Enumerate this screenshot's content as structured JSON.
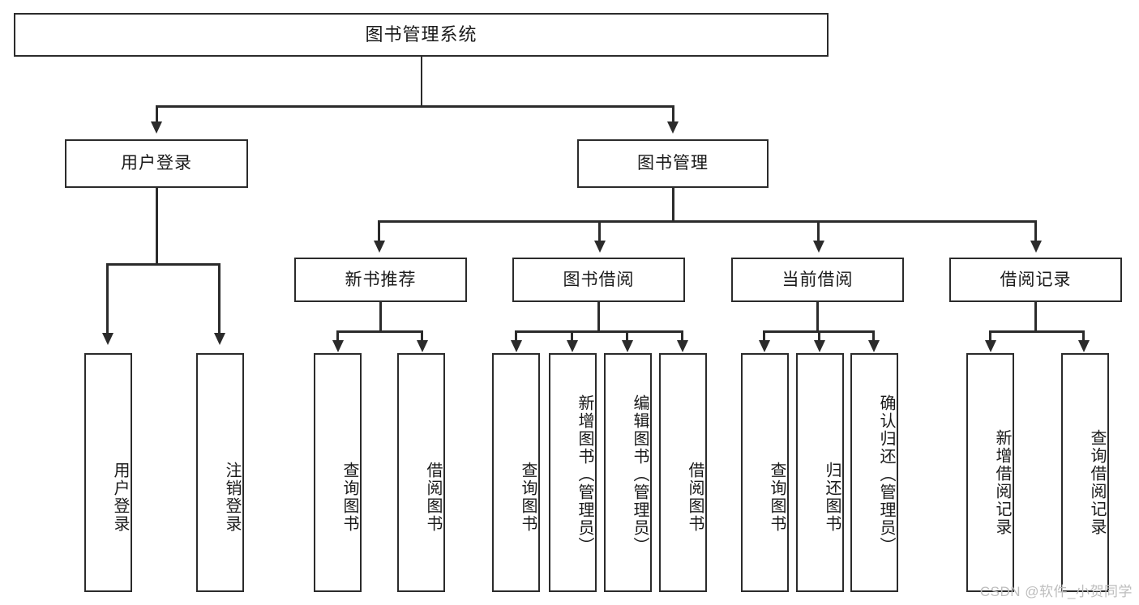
{
  "diagram": {
    "title": "图书管理系统",
    "type": "tree",
    "root": {
      "id": "root",
      "label": "图书管理系统",
      "orientation": "horizontal"
    },
    "level2": [
      {
        "id": "user-login",
        "label": "用户登录",
        "orientation": "horizontal"
      },
      {
        "id": "book-management",
        "label": "图书管理",
        "orientation": "horizontal"
      }
    ],
    "level3": [
      {
        "id": "new-book-recommend",
        "label": "新书推荐",
        "orientation": "horizontal"
      },
      {
        "id": "book-borrow",
        "label": "图书借阅",
        "orientation": "horizontal"
      },
      {
        "id": "current-borrow",
        "label": "当前借阅",
        "orientation": "horizontal"
      },
      {
        "id": "borrow-record",
        "label": "借阅记录",
        "orientation": "horizontal"
      }
    ],
    "leaves": {
      "user-login": [
        {
          "id": "leaf-user-login",
          "label": "用户登录",
          "orientation": "vertical"
        },
        {
          "id": "leaf-logout",
          "label": "注销登录",
          "orientation": "vertical"
        }
      ],
      "new-book-recommend": [
        {
          "id": "leaf-query-book-1",
          "label": "查询图书",
          "orientation": "vertical"
        },
        {
          "id": "leaf-borrow-book-1",
          "label": "借阅图书",
          "orientation": "vertical"
        }
      ],
      "book-borrow": [
        {
          "id": "leaf-query-book-2",
          "label": "查询图书",
          "orientation": "vertical"
        },
        {
          "id": "leaf-add-book",
          "label": "新增图书（管理员）",
          "orientation": "vertical"
        },
        {
          "id": "leaf-edit-book",
          "label": "编辑图书（管理员）",
          "orientation": "vertical"
        },
        {
          "id": "leaf-borrow-book-2",
          "label": "借阅图书",
          "orientation": "vertical"
        }
      ],
      "current-borrow": [
        {
          "id": "leaf-query-book-3",
          "label": "查询图书",
          "orientation": "vertical"
        },
        {
          "id": "leaf-return-book",
          "label": "归还图书",
          "orientation": "vertical"
        },
        {
          "id": "leaf-confirm-return",
          "label": "确认归还（管理员）",
          "orientation": "vertical"
        }
      ],
      "borrow-record": [
        {
          "id": "leaf-add-record",
          "label": "新增借阅记录",
          "orientation": "vertical"
        },
        {
          "id": "leaf-query-record",
          "label": "查询借阅记录",
          "orientation": "vertical"
        }
      ]
    }
  },
  "watermark": {
    "text": "CSDN @软件_小贺同学"
  },
  "colors": {
    "stroke": "#2b2b2b",
    "fill": "#ffffff",
    "text": "#1a1a1a",
    "watermark": "#bdbdbd"
  }
}
